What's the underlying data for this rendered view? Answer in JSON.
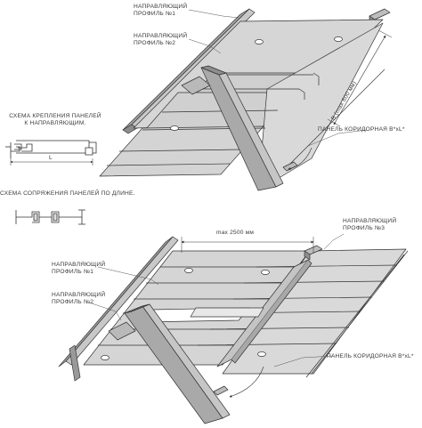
{
  "labels": {
    "top_profile1_l1": "НАПРАВЛЯЮЩИЙ",
    "top_profile1_l2": "ПРОФИЛЬ №1",
    "top_profile2_l1": "НАПРАВЛЯЮЩИЙ",
    "top_profile2_l2": "ПРОФИЛЬ №2",
    "top_dim": "В (max 600 мм)",
    "top_panel": "ПАНЕЛЬ КОРИДОРНАЯ В*хL*",
    "scheme1_l1": "СХЕМА КРЕПЛЕНИЯ ПАНЕЛЕЙ",
    "scheme1_l2": "К НАПРАВЛЯЮЩИМ.",
    "scheme1_dim": "L",
    "scheme2": "СХЕМА СОПРЯЖЕНИЯ ПАНЕЛЕЙ ПО ДЛИНЕ.",
    "bot_dim": "max 2500 мм",
    "bot_profile3_l1": "НАПРАВЛЯЮЩИЙ",
    "bot_profile3_l2": "ПРОФИЛЬ №3",
    "bot_profile1_l1": "НАПРАВЛЯЮЩИЙ",
    "bot_profile1_l2": "ПРОФИЛЬ №1",
    "bot_profile2_l1": "НАПРАВЛЯЮЩИЙ",
    "bot_profile2_l2": "ПРОФИЛЬ №2",
    "bot_panel": "ПАНЕЛЬ КОРИДОРНАЯ В*хL*"
  },
  "colors": {
    "line": "#333333",
    "panel": "#d3d3d3",
    "panel_dark": "#b4b4b4",
    "profile": "#9a9a9a",
    "hole": "#ffffff"
  }
}
